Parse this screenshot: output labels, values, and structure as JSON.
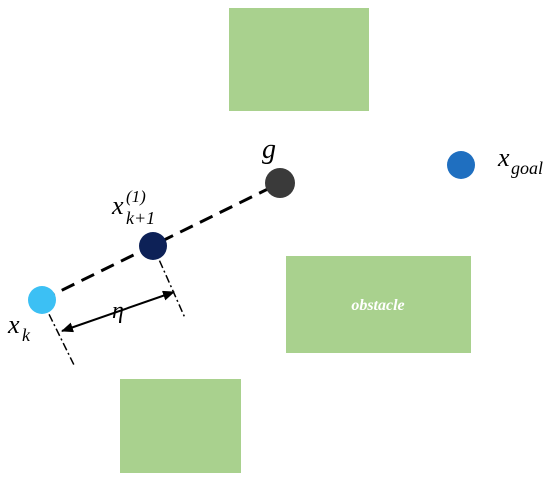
{
  "labels": {
    "g": "g",
    "x_goal_main": "x",
    "x_goal_sub": "goal",
    "x_k_main": "x",
    "x_k_sub": "k",
    "x_k1_main": "x",
    "x_k1_sub": "k+1",
    "x_k1_sup": "(1)",
    "eta": "η",
    "obstacle": "obstacle"
  },
  "colors": {
    "obstacle_fill": "#a9d18e",
    "x_k": "#3cc0f4",
    "x_k1": "#0d2157",
    "g": "#3a3a3a",
    "x_goal": "#1f6fc0",
    "line": "#000000"
  }
}
